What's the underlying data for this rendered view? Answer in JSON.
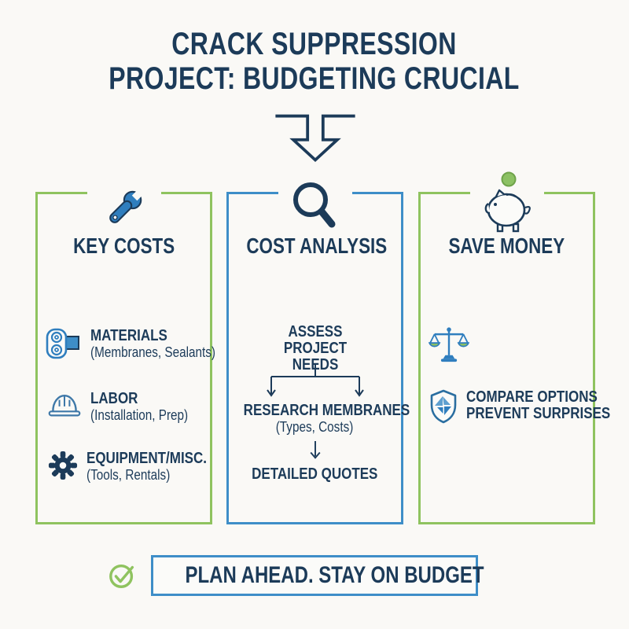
{
  "title": {
    "line1": "CRACK SUPPRESSION",
    "line2": "PROJECT: BUDGETING CRUCIAL"
  },
  "flow_arrow_icon": "down-arrow-icon",
  "columns": [
    {
      "header": "KEY COSTS",
      "icon": "wrench-icon",
      "accent": "#8FC35F",
      "items": [
        {
          "icon": "membrane-roll-icon",
          "title": "MATERIALS",
          "subtitle": "(Membranes, Sealants)"
        },
        {
          "icon": "hard-hat-icon",
          "title": "LABOR",
          "subtitle": "(Installation, Prep)"
        },
        {
          "icon": "gear-icon",
          "title": "EQUIPMENT/MISC.",
          "subtitle": "(Tools, Rentals)"
        }
      ]
    },
    {
      "header": "COST ANALYSIS",
      "icon": "magnifier-icon",
      "accent": "#3E8EC8",
      "flow": [
        {
          "title": "ASSESS PROJECT NEEDS"
        },
        {
          "title": "RESEARCH MEMBRANES",
          "subtitle": "(Types, Costs)"
        },
        {
          "title": "DETAILED QUOTES"
        }
      ]
    },
    {
      "header": "SAVE MONEY",
      "icon": "piggy-bank-icon",
      "accent": "#8FC35F",
      "items": [
        {
          "icon": "balance-scale-icon"
        },
        {
          "icon": "shield-icon",
          "title": "COMPARE OPTIONS",
          "subtitle": "PREVENT SURPRISES"
        }
      ]
    }
  ],
  "banner": {
    "icon": "check-circle-icon",
    "text": "PLAN AHEAD. STAY ON BUDGET"
  },
  "colors": {
    "navy": "#1C3B59",
    "green": "#8FC35F",
    "blue": "#3E8EC8",
    "icon_blue": "#2F7EBE",
    "background": "#FAF9F6"
  }
}
